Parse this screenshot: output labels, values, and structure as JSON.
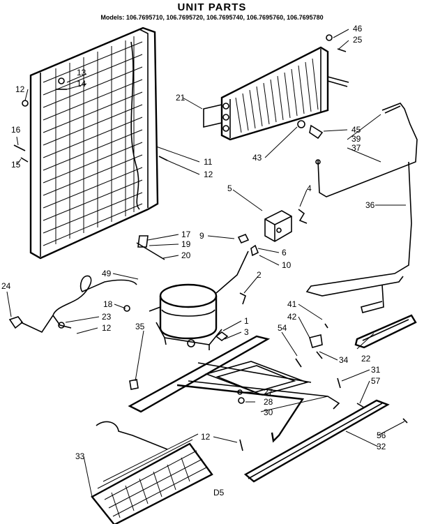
{
  "title": "UNIT PARTS",
  "models": "Models: 106.7695710, 106.7695720, 106.7695740, 106.7695760, 106.7695780",
  "footer_code": "D5",
  "callouts": [
    "46",
    "25",
    "13",
    "14",
    "12",
    "21",
    "16",
    "15",
    "11",
    "12",
    "45",
    "39",
    "37",
    "43",
    "5",
    "4",
    "36",
    "17",
    "19",
    "20",
    "9",
    "6",
    "10",
    "2",
    "49",
    "24",
    "18",
    "23",
    "12",
    "35",
    "1",
    "3",
    "41",
    "42",
    "54",
    "34",
    "22",
    "31",
    "57",
    "27",
    "28",
    "30",
    "12",
    "56",
    "32",
    "33"
  ]
}
